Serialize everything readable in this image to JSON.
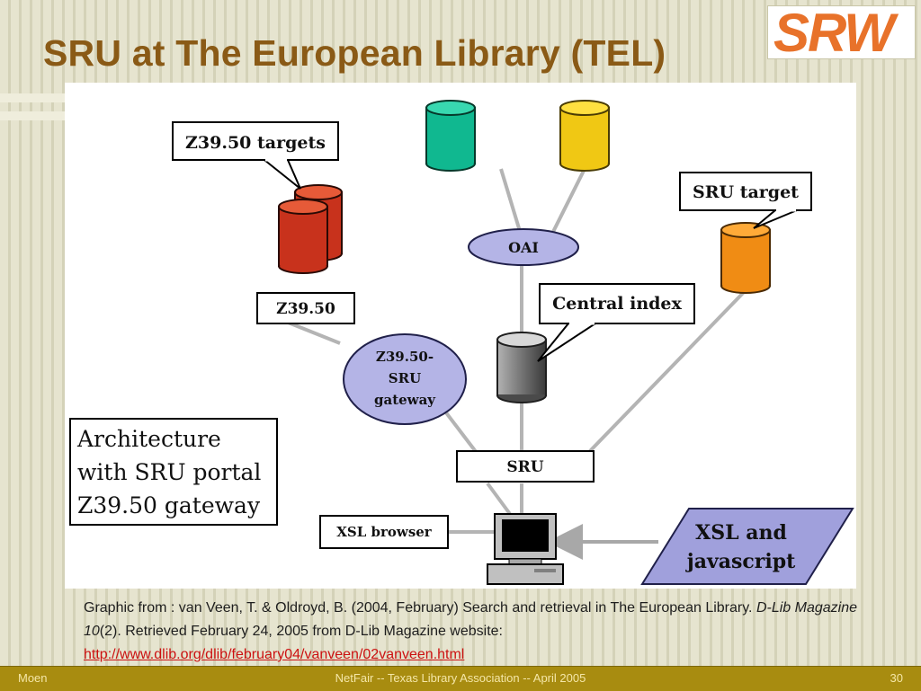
{
  "slide": {
    "title": "SRU at The European Library (TEL)",
    "logo_text": "SRW"
  },
  "diagram": {
    "z3950_targets": "Z39.50 targets",
    "z3950": "Z39.50",
    "gateway_line1": "Z39.50-",
    "gateway_line2": "SRU",
    "gateway_line3": "gateway",
    "oai": "OAI",
    "central_index": "Central index",
    "sru_target": "SRU target",
    "sru": "SRU",
    "xsl_browser": "XSL browser",
    "xsl_js_line1": "XSL and",
    "xsl_js_line2": "javascript",
    "arch_line1": "Architecture",
    "arch_line2": "with SRU portal",
    "arch_line3": "Z39.50 gateway",
    "colors": {
      "z3950_db": "#c8321c",
      "oai_db_green": "#10b890",
      "oai_db_yellow": "#f0c814",
      "sru_target_db": "#f08c14",
      "central_index_db": "#808080",
      "ellipse_fill": "#b4b4e6",
      "parallelogram_fill": "#a0a0dc"
    }
  },
  "citation": {
    "text_part1": "Graphic from : van Veen, T. & Oldroyd, B. (2004, February) Search and retrieval in The European Library. ",
    "journal": "D-Lib Magazine 10",
    "text_part2": "(2). Retrieved February 24, 2005 from D-Lib Magazine website: ",
    "url": "http://www.dlib.org/dlib/february04/vanveen/02vanveen.html"
  },
  "footer": {
    "left": "Moen",
    "center": "NetFair -- Texas Library Association -- April 2005",
    "right": "30"
  }
}
